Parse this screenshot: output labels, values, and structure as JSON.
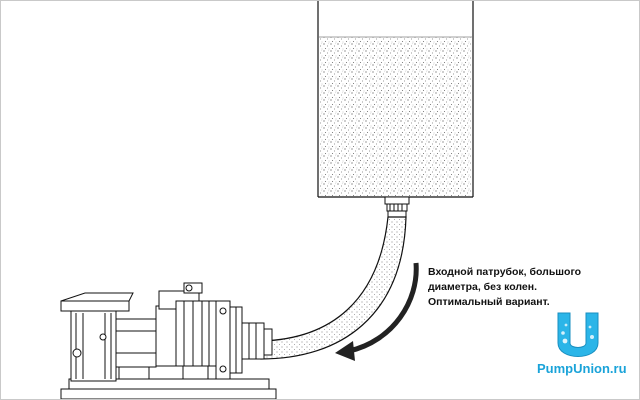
{
  "caption": {
    "lines": [
      "Входной патрубок, большого",
      "диаметра, без колен.",
      "Оптимальный вариант."
    ]
  },
  "brand": {
    "name": "PumpUnion.ru",
    "letter": "U",
    "color": "#1aa3d9"
  },
  "colors": {
    "outline": "#111111",
    "fill_speckle": "#777777",
    "arrow": "#222222"
  },
  "icons": {
    "logo": "pumpunion-u-logo",
    "flow_arrow": "curved-arrow-icon"
  }
}
